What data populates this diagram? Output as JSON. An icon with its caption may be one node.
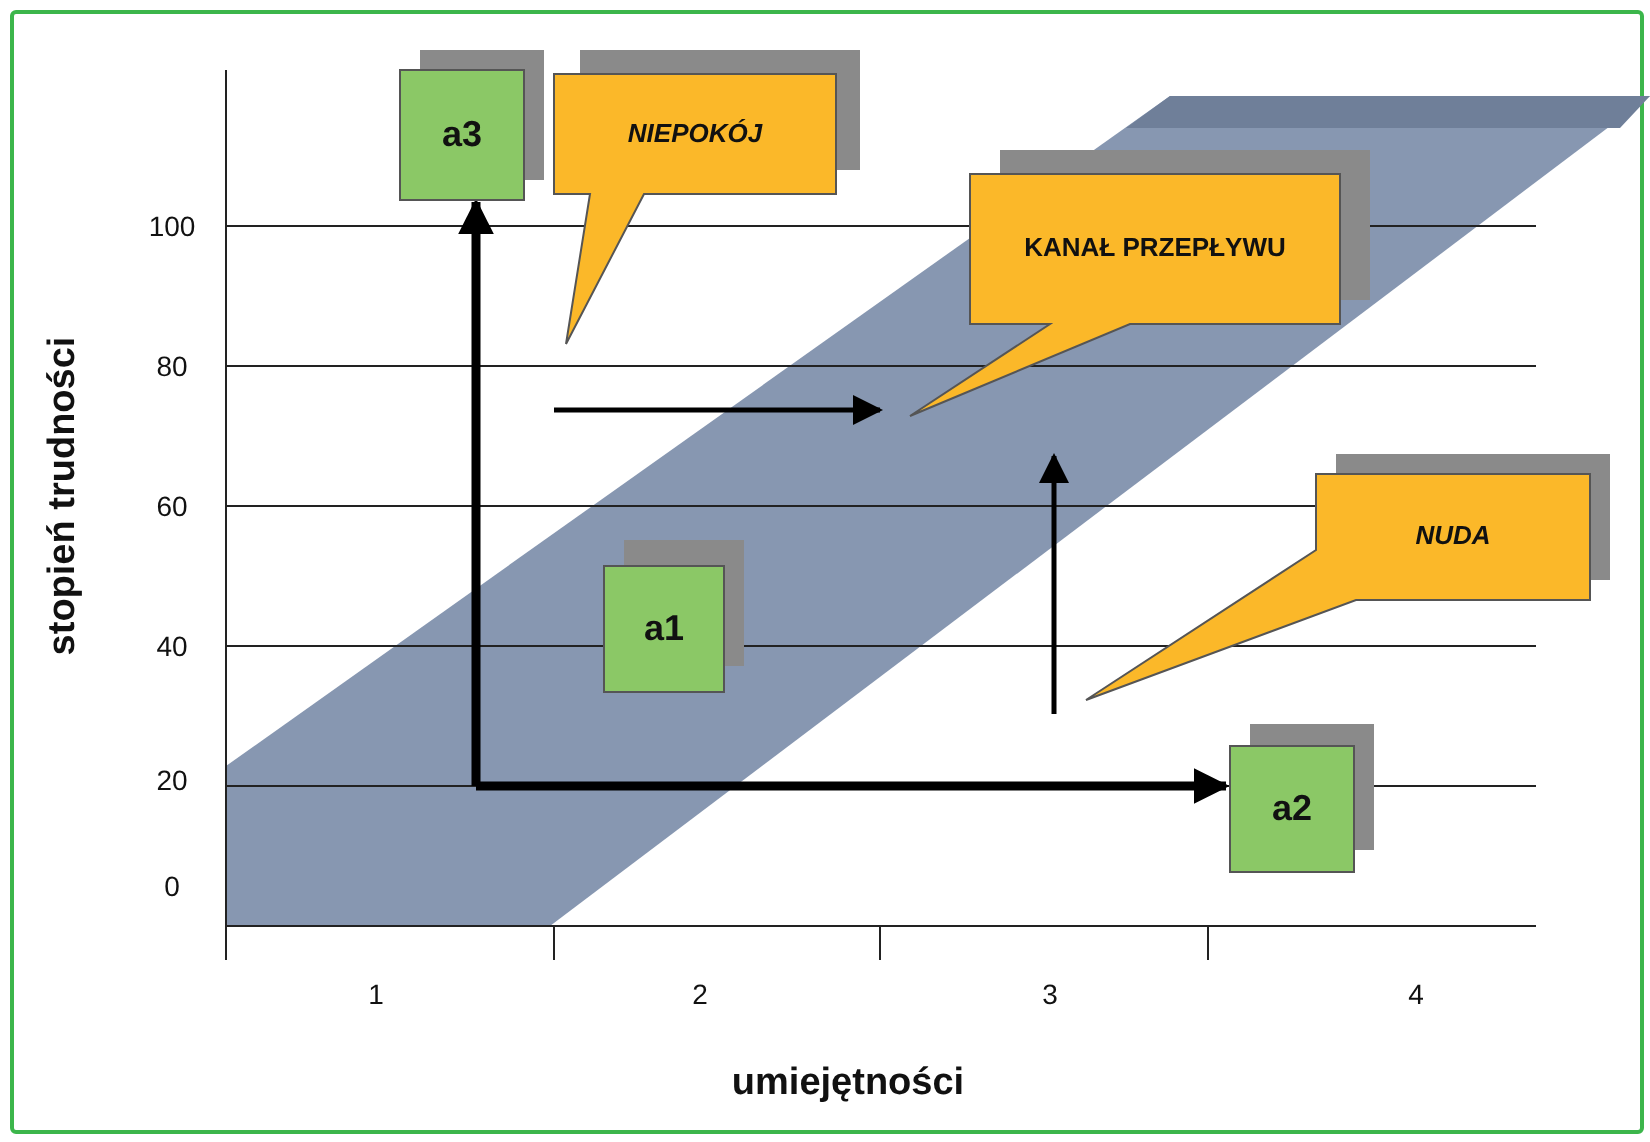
{
  "diagram": {
    "nodes": [
      {
        "text": [
          "a3"
        ]
      },
      {
        "text": [
          "NIEPOKÓJ"
        ]
      },
      {
        "text": [
          "KANAŁ PRZEPŁYWU"
        ]
      },
      {
        "text": [
          "NUDA"
        ]
      },
      {
        "text": [
          "a1"
        ]
      },
      {
        "text": [
          "a2"
        ]
      }
    ],
    "edges": [
      {
        "from": null,
        "to": 0,
        "arrow": "to"
      },
      {
        "from": null,
        "to": 5,
        "arrow": "to"
      }
    ],
    "labels": [
      "100",
      "80",
      "60",
      "40",
      "20",
      "0",
      "1",
      "2",
      "3",
      "4",
      "stopień trudności",
      "umiejętności"
    ]
  }
}
